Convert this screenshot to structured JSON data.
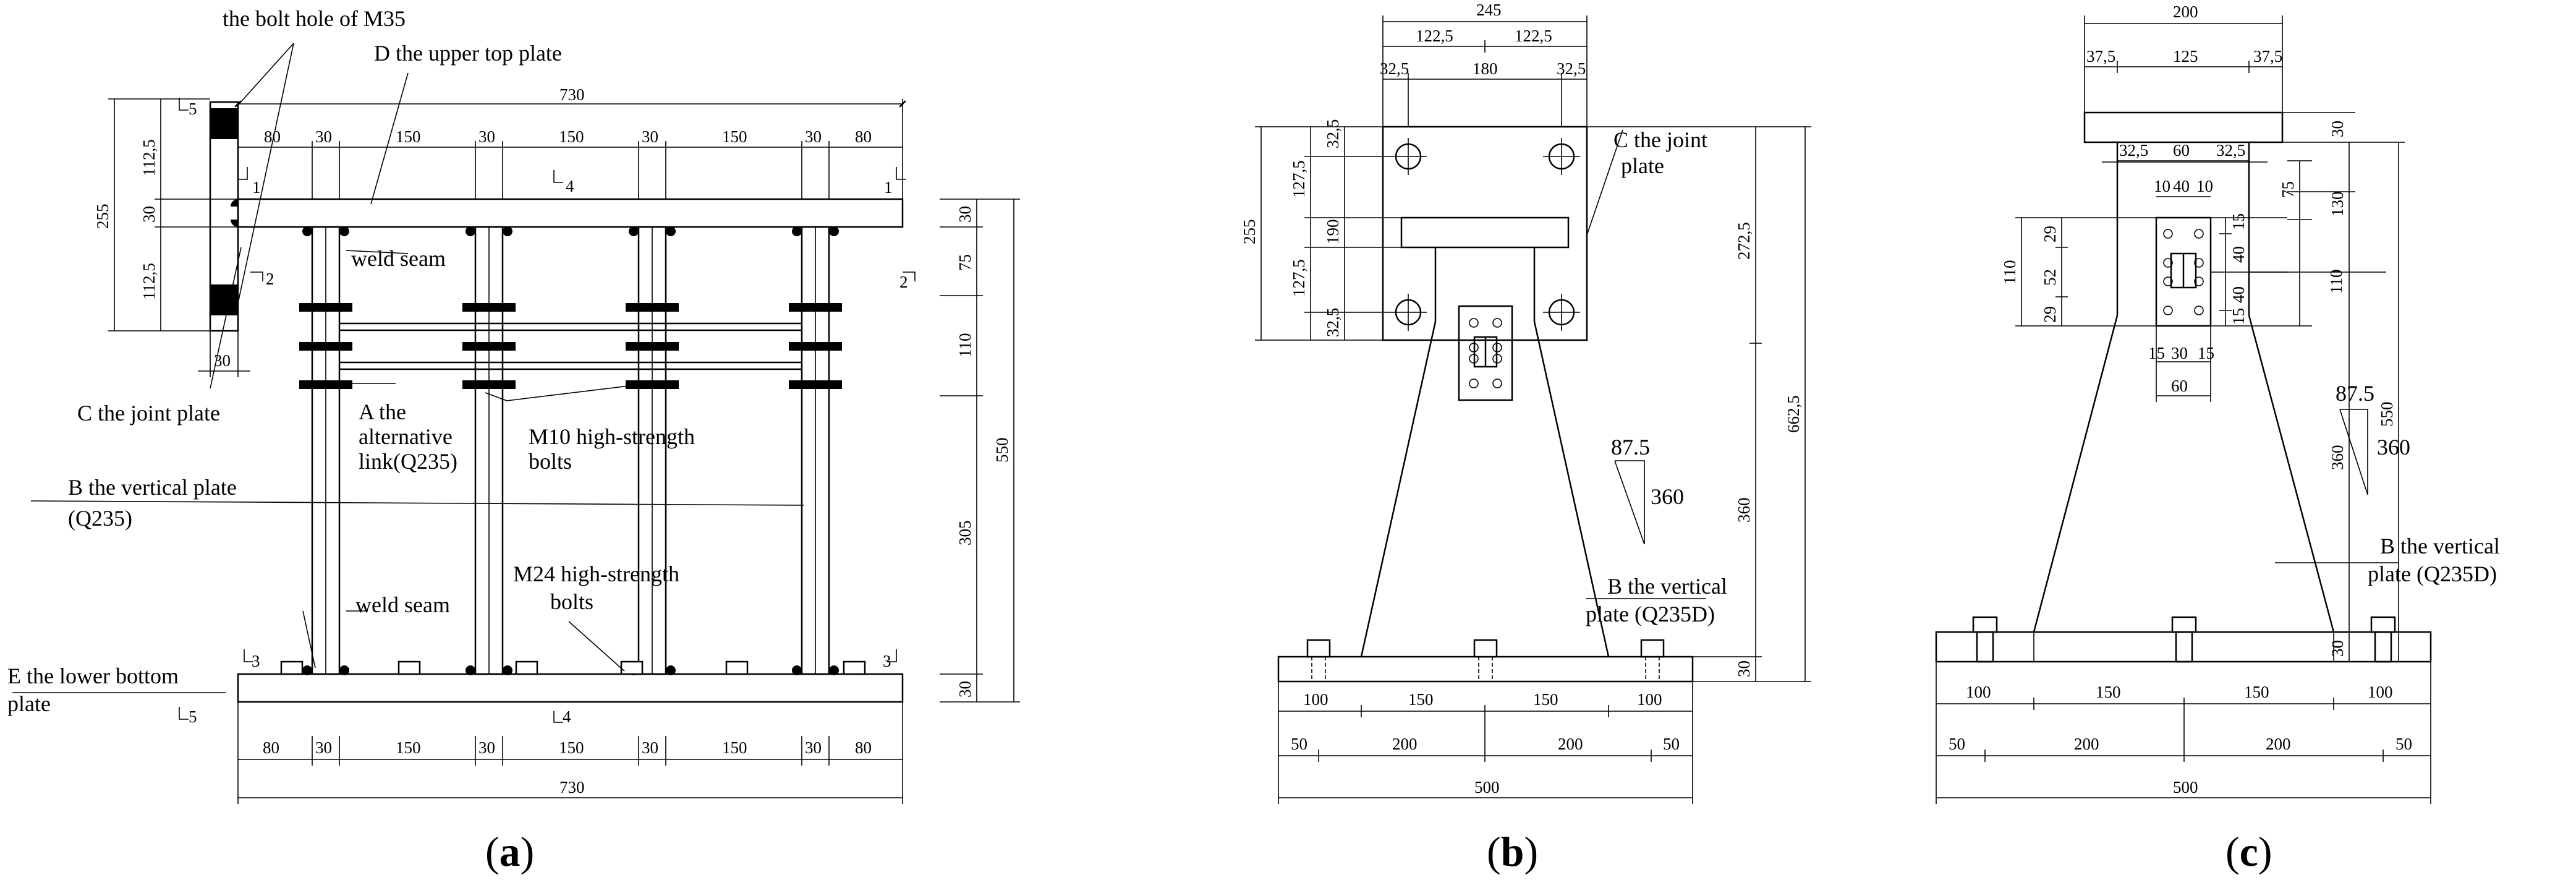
{
  "panels": {
    "a": {
      "caption_open": "(",
      "caption_letter": "a",
      "caption_close": ")",
      "labels": {
        "bolt_hole": "the bolt hole of M35",
        "upper_plate": "D the upper top plate",
        "joint_plate": "C the joint plate",
        "weld_top": "weld seam",
        "link_1": "A the",
        "link_2": "alternative",
        "link_3": "link(Q235)",
        "m10_1": "M10 high-strength",
        "m10_2": "bolts",
        "vert_1": "B the vertical plate",
        "vert_2": "(Q235)",
        "weld_bottom": "weld seam",
        "m24_1": "M24 high-strength",
        "m24_2": "bolts",
        "lower_1": "E the lower bottom",
        "lower_2": "plate"
      },
      "sections": [
        "1",
        "1",
        "2",
        "2",
        "3",
        "3",
        "4",
        "4",
        "5",
        "5"
      ],
      "dims": {
        "total_top": "730",
        "top_segments": [
          "80",
          "30",
          "150",
          "30",
          "150",
          "30",
          "150",
          "30",
          "80"
        ],
        "bottom_segments": [
          "80",
          "30",
          "150",
          "30",
          "150",
          "30",
          "150",
          "30",
          "80"
        ],
        "total_bottom": "730",
        "left_total": "255",
        "left_segments": [
          "112,5",
          "30",
          "112,5"
        ],
        "joint_width": "30",
        "right_segments": [
          "30",
          "75",
          "110",
          "305",
          "30"
        ],
        "right_total": "550"
      }
    },
    "b": {
      "caption_open": "(",
      "caption_letter": "b",
      "caption_close": ")",
      "labels": {
        "joint_1": "C the joint",
        "joint_2": "plate",
        "vert_1": "B the vertical",
        "vert_2": "plate (Q235D)"
      },
      "slope": [
        "87.5",
        "360"
      ],
      "dims": {
        "top_total": "245",
        "top_halves": [
          "122,5",
          "122,5"
        ],
        "top_segments": [
          "32,5",
          "180",
          "32,5"
        ],
        "left_total": "255",
        "left_segments": [
          "32,5",
          "127,5",
          "190",
          "127,5",
          "32,5"
        ],
        "right_segments": [
          "272,5",
          "360",
          "30"
        ],
        "right_total": "662,5",
        "bottom_row1": [
          "100",
          "150",
          "150",
          "100"
        ],
        "bottom_row2": [
          "50",
          "200",
          "200",
          "50"
        ],
        "bottom_total": "500"
      }
    },
    "c": {
      "caption_open": "(",
      "caption_letter": "c",
      "caption_close": ")",
      "labels": {
        "vert_1": "B the vertical",
        "vert_2": "plate (Q235D)"
      },
      "slope": [
        "87.5",
        "360"
      ],
      "dims": {
        "top_total": "200",
        "top_segments": [
          "37,5",
          "125",
          "37,5"
        ],
        "plate_segments": [
          "32,5",
          "60",
          "32,5"
        ],
        "inner_top": [
          "10",
          "40",
          "10"
        ],
        "left_total": "110",
        "left_segments": [
          "29",
          "52",
          "29"
        ],
        "inner_right": [
          "15",
          "40",
          "40",
          "15"
        ],
        "inner_bottom": [
          "15",
          "30",
          "15"
        ],
        "inner_bottom_total": "60",
        "right_inner": [
          "75",
          "110"
        ],
        "right_segments": [
          "30",
          "130",
          "360",
          "30"
        ],
        "right_total": "550",
        "bottom_row1": [
          "100",
          "150",
          "150",
          "100"
        ],
        "bottom_row2": [
          "50",
          "200",
          "200",
          "50"
        ],
        "bottom_total": "500"
      }
    }
  }
}
